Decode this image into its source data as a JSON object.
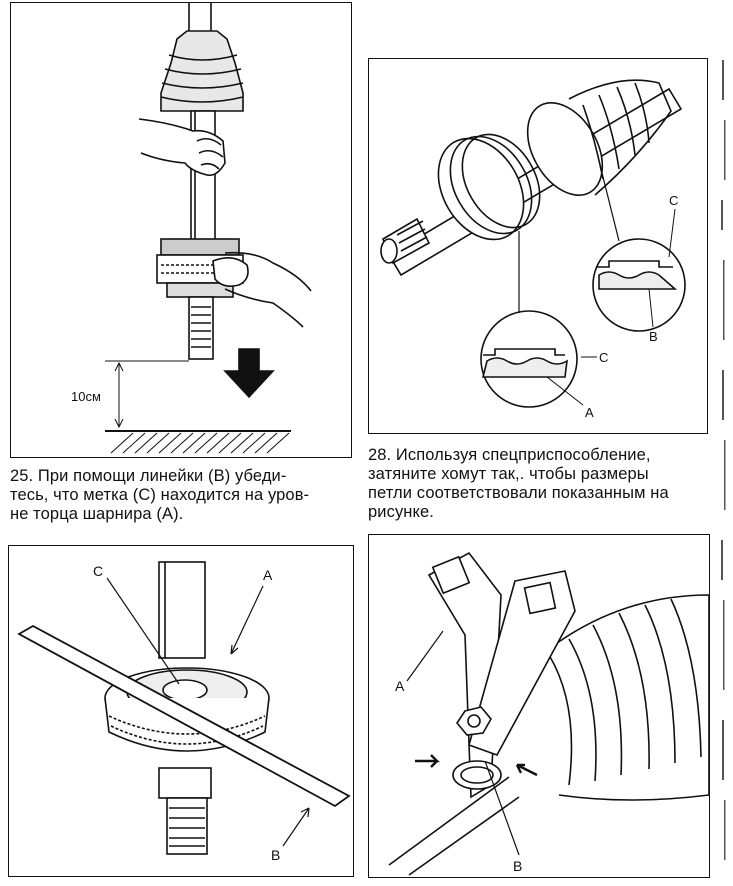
{
  "figures": {
    "fig25": {
      "dimension_label": "10см"
    },
    "fig26": {
      "label_a": "A",
      "label_b": "B",
      "label_c": "C"
    },
    "fig28": {
      "label_a": "A",
      "label_c_upper": "C",
      "label_b_upper": "B",
      "label_c_lower": "C"
    },
    "fig29": {
      "label_a": "A",
      "label_b": "B"
    }
  },
  "captions": {
    "step25": [
      "25. При помощи линейки (В) убеди-",
      "тесь, что метка (С) находится на уров-",
      "не торца шарнира (А)."
    ],
    "step28": [
      "28. Используя спецприспособление,",
      "затяните хомут так,. чтобы размеры",
      "петли соответствовали показанным на",
      "рисунке."
    ]
  },
  "colors": {
    "ink": "#111111",
    "paper": "#ffffff"
  }
}
